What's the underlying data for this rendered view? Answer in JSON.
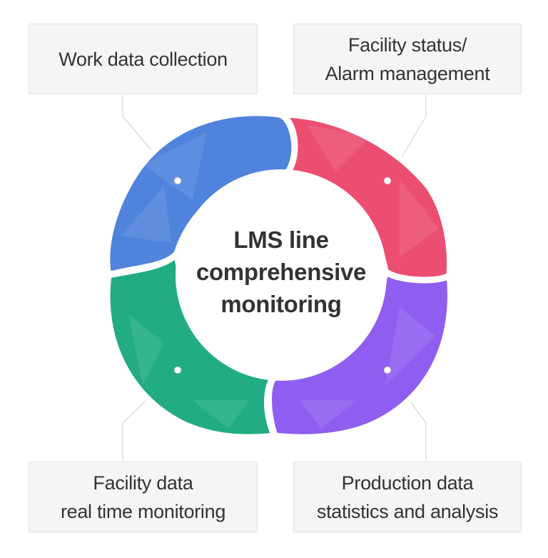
{
  "center": {
    "lines": [
      "LMS line",
      "comprehensive",
      "monitoring"
    ]
  },
  "labels": {
    "top_left": {
      "lines": [
        "Work data collection"
      ]
    },
    "top_right": {
      "lines": [
        "Facility status/",
        "Alarm management"
      ]
    },
    "bottom_left": {
      "lines": [
        "Facility data",
        "real time monitoring"
      ]
    },
    "bottom_right": {
      "lines": [
        "Production data",
        "statistics and analysis"
      ]
    }
  },
  "colors": {
    "segment_top_left": "#4f83dc",
    "segment_top_right": "#ec4e72",
    "segment_bottom_right": "#8f5ef0",
    "segment_bottom_left": "#21ac84",
    "label_background": "#f5f5f5",
    "label_border": "#e3e3e3",
    "text": "#333333",
    "connector": "#d6d6d6"
  }
}
